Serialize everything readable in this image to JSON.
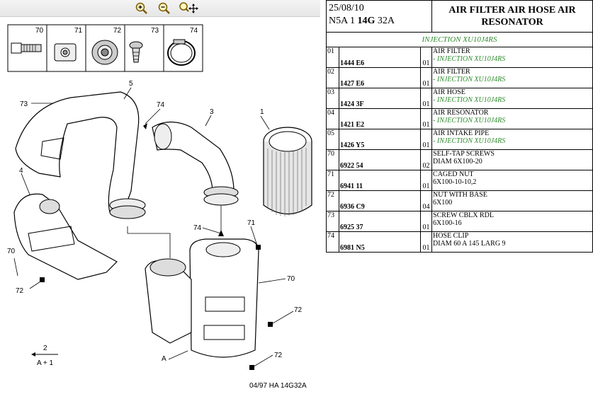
{
  "toolbar": {
    "zoom_in": "zoom-in",
    "zoom_out": "zoom-out",
    "zoom_pan": "zoom-pan"
  },
  "diagram": {
    "legend_items": [
      "70",
      "71",
      "72",
      "73",
      "74"
    ],
    "callouts": {
      "c1": "1",
      "c2": "2",
      "c3": "3",
      "c4": "4",
      "c5": "5",
      "c70a": "70",
      "c70b": "70",
      "c71": "71",
      "c72a": "72",
      "c72b": "72",
      "c72c": "72",
      "c73": "73",
      "c74a": "74",
      "c74b": "74",
      "cA": "A",
      "ref_top": "2",
      "ref_bottom": "A + 1"
    },
    "footer": "04/97   HA 14G32A"
  },
  "header": {
    "date": "25/08/10",
    "code_prefix": "N5A 1 ",
    "code_bold": "14G",
    "code_suffix": " 32A",
    "title": "AIR FILTER AIR HOSE AIR RESONATOR"
  },
  "variant": "INJECTION XU10J4RS",
  "parts": [
    {
      "ref": "01",
      "code": "1444 E6",
      "qty": "01",
      "name": "AIR FILTER",
      "sub": "- INJECTION XU10J4RS",
      "sub_green": true
    },
    {
      "ref": "02",
      "code": "1427 E6",
      "qty": "01",
      "name": "AIR FILTER",
      "sub": "- INJECTION XU10J4RS",
      "sub_green": true
    },
    {
      "ref": "03",
      "code": "1424 3F",
      "qty": "01",
      "name": "AIR HOSE",
      "sub": "- INJECTION XU10J4RS",
      "sub_green": true
    },
    {
      "ref": "04",
      "code": "1421 E2",
      "qty": "01",
      "name": "AIR RESONATOR",
      "sub": "- INJECTION XU10J4RS",
      "sub_green": true
    },
    {
      "ref": "05",
      "code": "1426 Y5",
      "qty": "01",
      "name": "AIR INTAKE PIPE",
      "sub": "- INJECTION XU10J4RS",
      "sub_green": true
    },
    {
      "ref": "70",
      "code": "6922 54",
      "qty": "02",
      "name": "SELF-TAP SCREWS",
      "sub": "DIAM 6X100-20",
      "sub_green": false
    },
    {
      "ref": "71",
      "code": "6941 11",
      "qty": "01",
      "name": "CAGED NUT",
      "sub": "6X100-10-10,2",
      "sub_green": false
    },
    {
      "ref": "72",
      "code": "6936 C9",
      "qty": "04",
      "name": "NUT WITH BASE",
      "sub": "6X100",
      "sub_green": false
    },
    {
      "ref": "73",
      "code": "6925 37",
      "qty": "01",
      "name": "SCREW CBLX RDL",
      "sub": "6X100-16",
      "sub_green": false
    },
    {
      "ref": "74",
      "code": "6981 N5",
      "qty": "01",
      "name": "HOSE CLIP",
      "sub": "DIAM 60 A 145 LARG 9",
      "sub_green": false
    }
  ]
}
